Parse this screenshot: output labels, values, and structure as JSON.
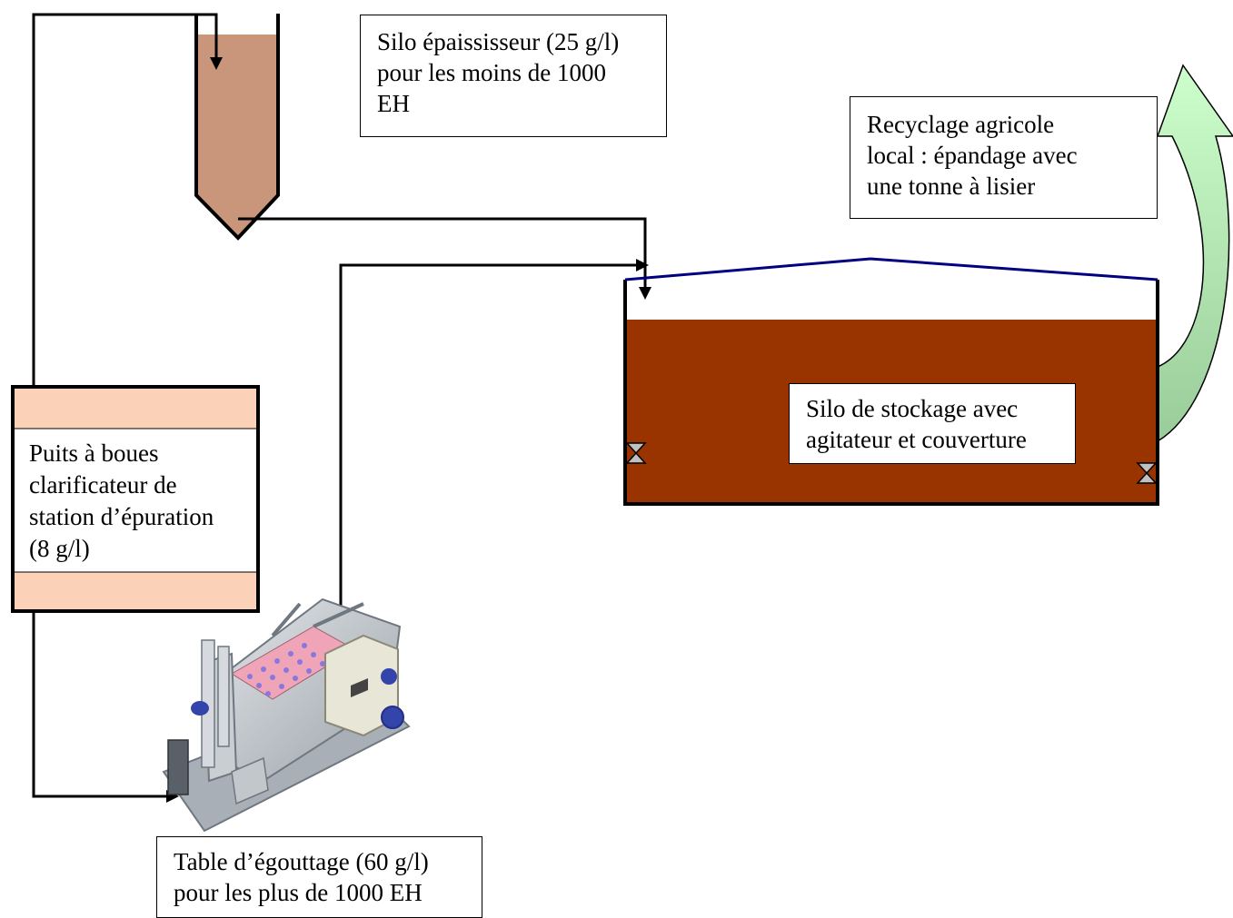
{
  "labels": {
    "thickener": {
      "lines": [
        "Silo épaississeur (25 g/l)",
        "pour les moins de 1000",
        "EH"
      ]
    },
    "agricultural": {
      "lines": [
        "Recyclage agricole",
        "local : épandage avec",
        "une tonne à lisier"
      ]
    },
    "storage": {
      "lines": [
        "Silo de stockage avec",
        "agitateur et couverture"
      ]
    },
    "well": {
      "lines": [
        "Puits à boues",
        "clarificateur de",
        "station d’épuration",
        "(8 g/l)"
      ]
    },
    "drainage_table": {
      "lines": [
        "Table d’égouttage (60 g/l)",
        "pour les plus de 1000 EH"
      ]
    }
  },
  "colors": {
    "thickener_sludge": "#c9957b",
    "storage_sludge": "#993300",
    "cover_line": "#000080",
    "well_band": "#fbd2b8",
    "recycle_arrow_light": "#ccffcc",
    "recycle_arrow_dark": "#99cc99",
    "flow_line": "#000000"
  }
}
